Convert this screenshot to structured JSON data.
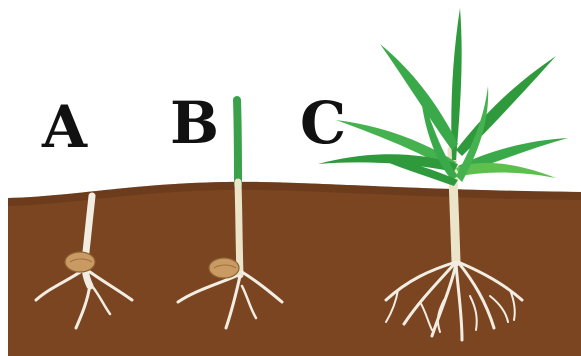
{
  "labels": {
    "a": "A",
    "b": "B",
    "c": "C"
  },
  "colors": {
    "soil": "#7a4520",
    "soil_dark": "#5e3417",
    "root": "#f2ede2",
    "stem": "#ece4c8",
    "seed": "#c99a62",
    "leaf": "#2f9a3c",
    "leaf_light": "#5cbf4e"
  }
}
